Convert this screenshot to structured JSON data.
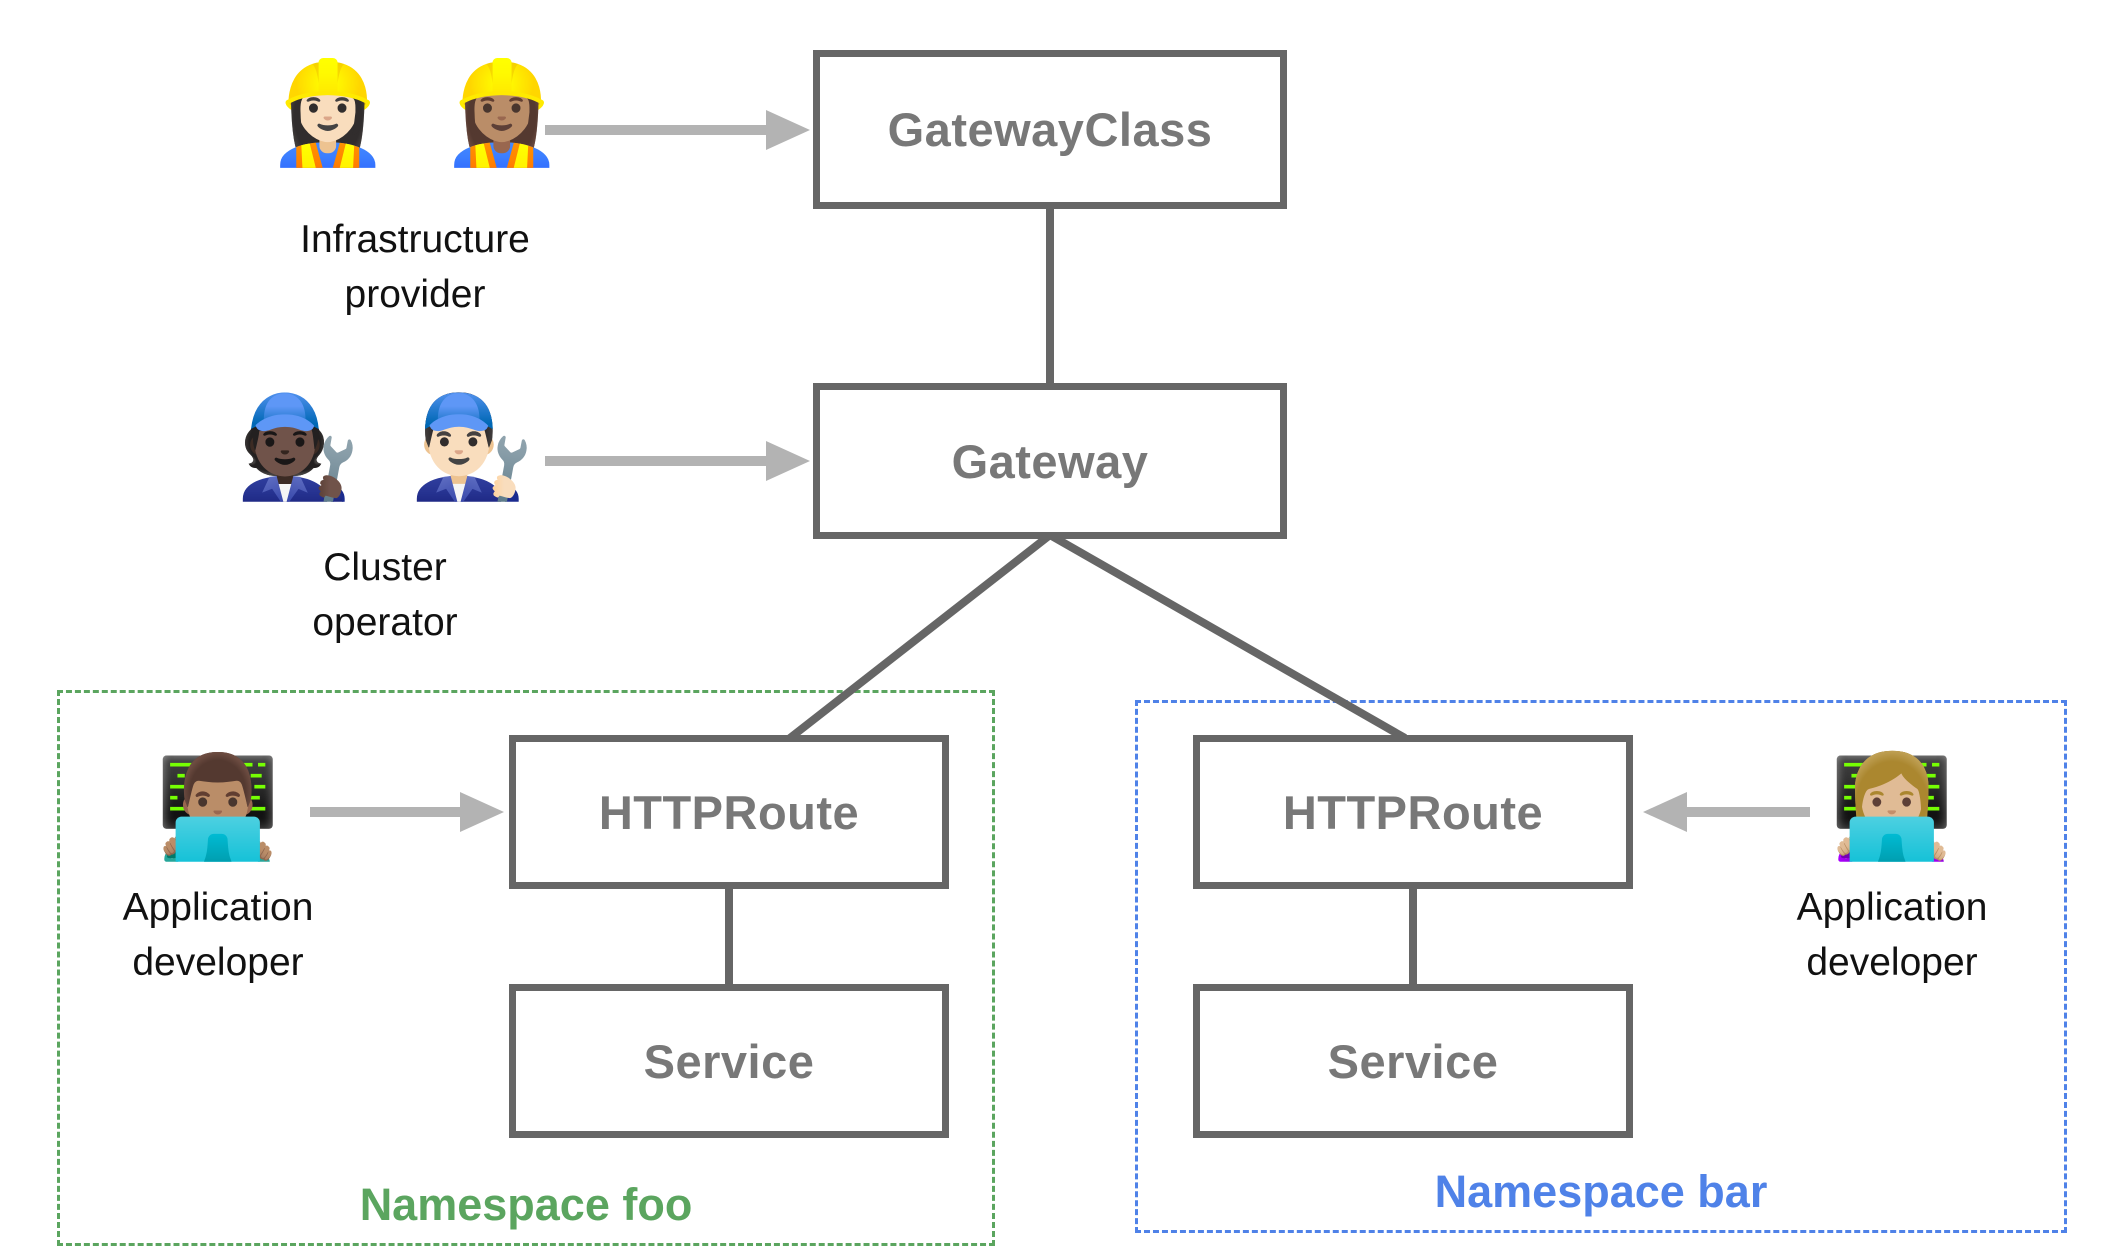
{
  "colors": {
    "background": "#ffffff",
    "box_border": "#666666",
    "box_text": "#787878",
    "connector": "#666666",
    "arrow": "#b3b3b3",
    "label_text": "#111111",
    "namespace_foo": "#5ba55f",
    "namespace_bar": "#4f82e8"
  },
  "nodes": {
    "gateway_class": {
      "label": "GatewayClass"
    },
    "gateway": {
      "label": "Gateway"
    },
    "httproute_foo": {
      "label": "HTTPRoute"
    },
    "service_foo": {
      "label": "Service"
    },
    "httproute_bar": {
      "label": "HTTPRoute"
    },
    "service_bar": {
      "label": "Service"
    }
  },
  "namespaces": {
    "foo": {
      "label": "Namespace foo"
    },
    "bar": {
      "label": "Namespace bar"
    }
  },
  "actors": {
    "infrastructure_provider": {
      "emoji": "👷🏻‍♀️ 👷🏽‍♀️",
      "label": "Infrastructure\nprovider"
    },
    "cluster_operator": {
      "emoji": "🧑🏿‍🔧 👨🏻‍🔧",
      "label": "Cluster\noperator"
    },
    "application_developer_foo": {
      "emoji": "👨🏽‍💻",
      "label": "Application\ndeveloper"
    },
    "application_developer_bar": {
      "emoji": "👩🏼‍💻",
      "label": "Application\ndeveloper"
    }
  }
}
